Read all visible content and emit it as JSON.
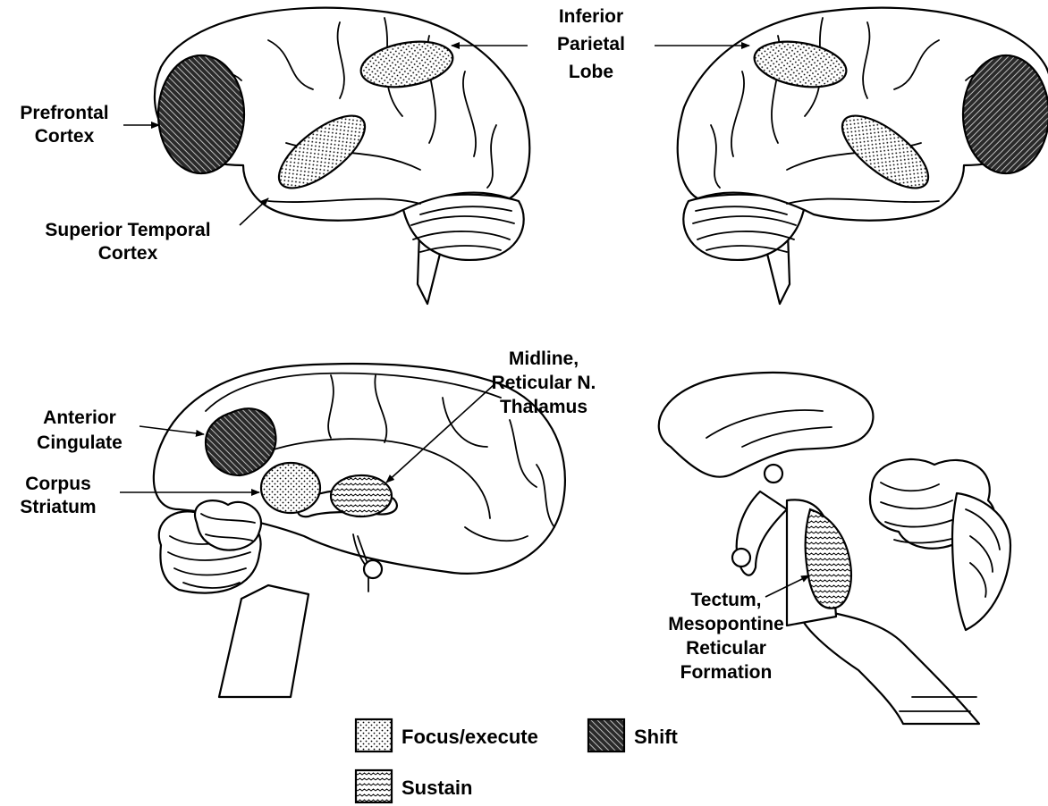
{
  "labels": {
    "inferior_parietal": [
      "Inferior",
      "Parietal",
      "Lobe"
    ],
    "prefrontal": [
      "Prefrontal",
      "Cortex"
    ],
    "superior_temporal": [
      "Superior Temporal",
      "Cortex"
    ],
    "midline_thalamus": [
      "Midline,",
      "Reticular N.",
      "Thalamus"
    ],
    "anterior_cingulate": [
      "Anterior",
      "Cingulate"
    ],
    "corpus_striatum": [
      "Corpus",
      "Striatum"
    ],
    "tectum": [
      "Tectum,",
      "Mesopontine",
      "Reticular",
      "Formation"
    ]
  },
  "legend": {
    "focus": "Focus/execute",
    "shift": "Shift",
    "sustain": "Sustain"
  }
}
